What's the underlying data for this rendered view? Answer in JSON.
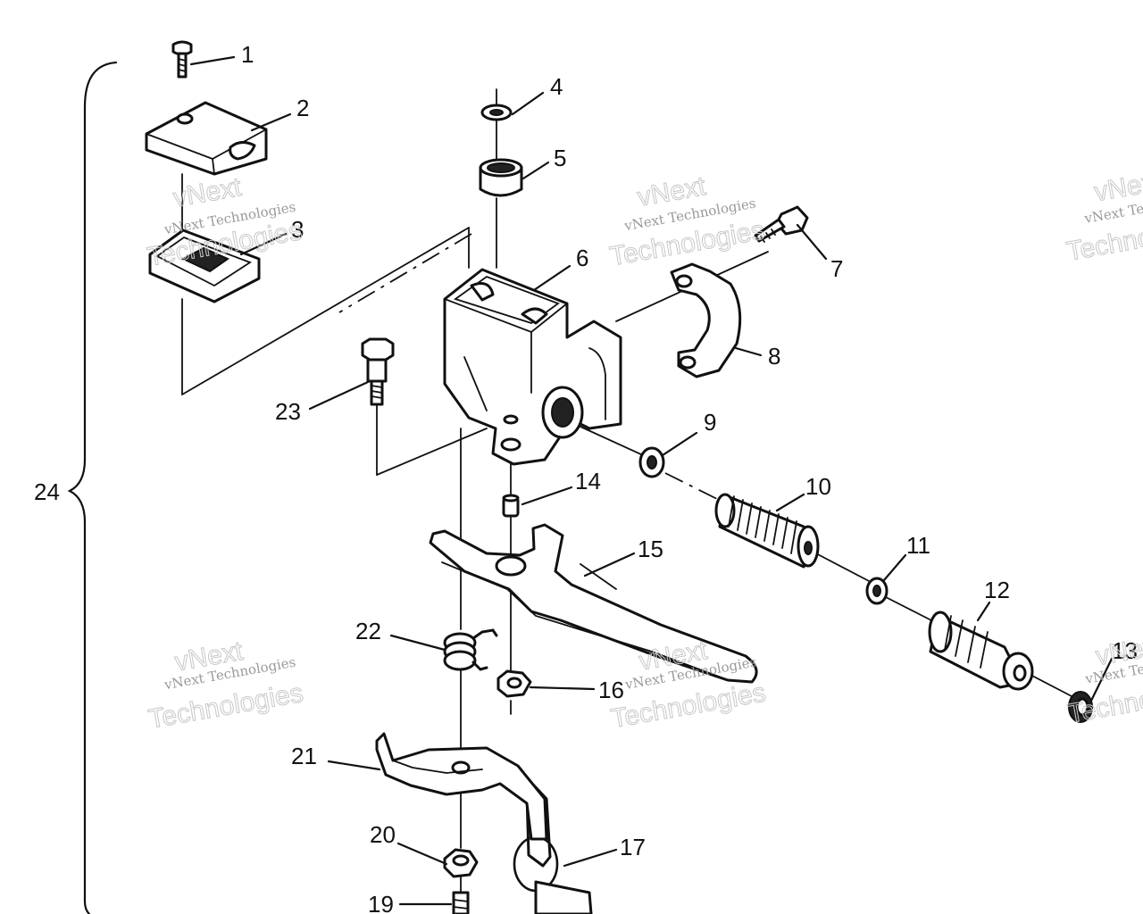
{
  "callouts": {
    "c1": "1",
    "c2": "2",
    "c3": "3",
    "c4": "4",
    "c5": "5",
    "c6": "6",
    "c7": "7",
    "c8": "8",
    "c9": "9",
    "c10": "10",
    "c11": "11",
    "c12": "12",
    "c13": "13",
    "c14": "14",
    "c15": "15",
    "c16": "16",
    "c17": "17",
    "c19": "19",
    "c20": "20",
    "c21": "21",
    "c22": "22",
    "c23": "23",
    "c24": "24"
  },
  "watermark": {
    "line1": "vNext Technologies",
    "line2": "vNext",
    "line3": "Technologies"
  }
}
